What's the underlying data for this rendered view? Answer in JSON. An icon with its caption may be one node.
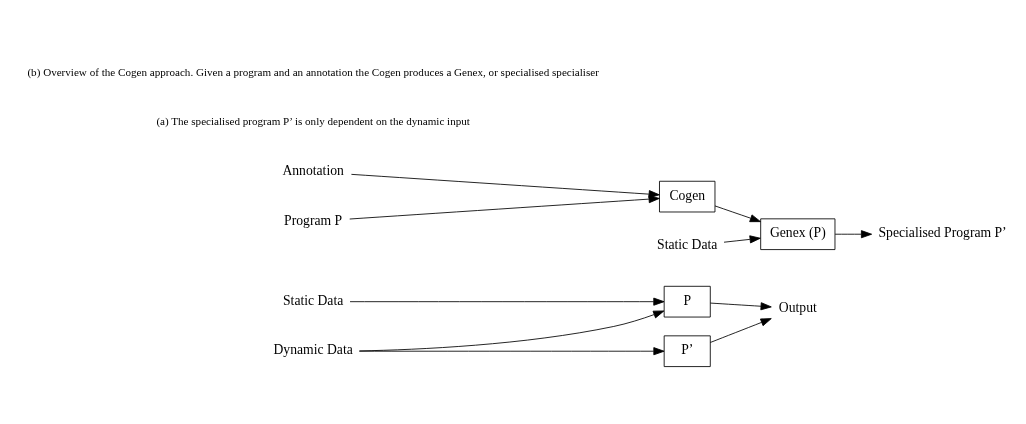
{
  "diagram": {
    "nodes": [
      {
        "text": [
          "Static Data"
        ]
      },
      {
        "text": [
          "P"
        ]
      },
      {
        "text": [
          "Dynamic Data"
        ]
      },
      {
        "text": [
          "P’"
        ]
      },
      {
        "text": [
          "Output"
        ]
      },
      {
        "text": [
          "Annotation"
        ]
      },
      {
        "text": [
          "Program P"
        ]
      },
      {
        "text": [
          "Cogen"
        ]
      },
      {
        "text": [
          "Static Data"
        ]
      },
      {
        "text": [
          "Genex (P)"
        ]
      },
      {
        "text": [
          "Specialised Program P’"
        ]
      }
    ],
    "edges": [
      {
        "from": 0,
        "to": 1,
        "arrow": "to"
      },
      {
        "from": 2,
        "to": 1,
        "arrow": "to"
      },
      {
        "from": 2,
        "to": 3,
        "arrow": "to"
      },
      {
        "from": 1,
        "to": 4,
        "arrow": "to"
      },
      {
        "from": 3,
        "to": 4,
        "arrow": "to"
      },
      {
        "from": 5,
        "to": 7,
        "arrow": "to"
      },
      {
        "from": 6,
        "to": 7,
        "arrow": "to"
      },
      {
        "from": 7,
        "to": 9,
        "arrow": "to"
      },
      {
        "from": 8,
        "to": 9,
        "arrow": "to"
      },
      {
        "from": 9,
        "to": 10,
        "arrow": "to"
      }
    ],
    "labels": [
      "(a) The specialised program P’ is only dependent on the dynamic input",
      "(b) Overview of the Cogen approach. Given a program and an annotation the Cogen produces a Genex, or specialised specialiser"
    ]
  }
}
